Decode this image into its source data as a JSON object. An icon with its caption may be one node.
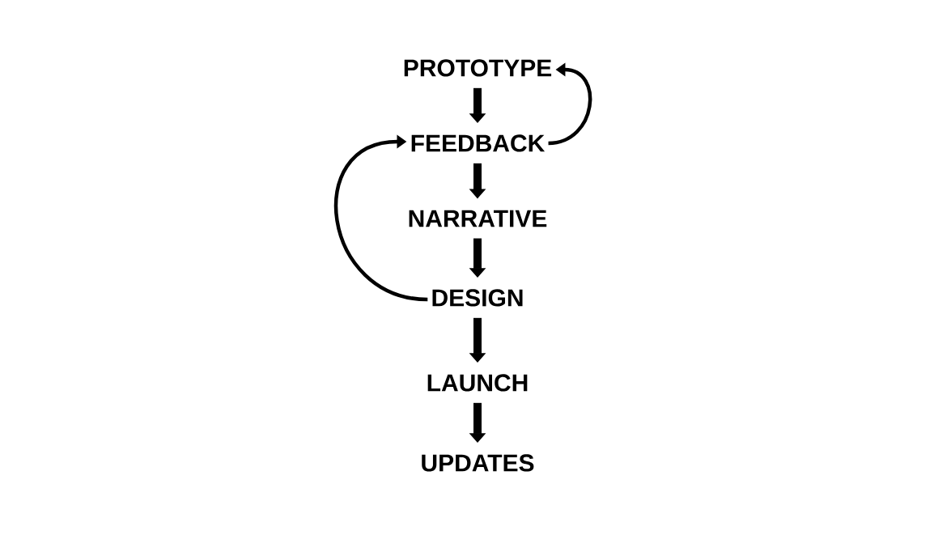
{
  "diagram": {
    "nodes": [
      {
        "text": [
          "PROTOTYPE"
        ]
      },
      {
        "text": [
          "FEEDBACK"
        ]
      },
      {
        "text": [
          "NARRATIVE"
        ]
      },
      {
        "text": [
          "DESIGN"
        ]
      },
      {
        "text": [
          "LAUNCH"
        ]
      },
      {
        "text": [
          "UPDATES"
        ]
      }
    ],
    "edges": [
      {
        "from": 0,
        "to": 1,
        "arrow": "to"
      },
      {
        "from": 1,
        "to": 2,
        "arrow": "to"
      },
      {
        "from": 2,
        "to": 3,
        "arrow": "to"
      },
      {
        "from": 3,
        "to": 4,
        "arrow": "to"
      },
      {
        "from": 4,
        "to": 5,
        "arrow": "to"
      },
      {
        "from": 1,
        "to": 0,
        "arrow": "to"
      },
      {
        "from": 3,
        "to": 1,
        "arrow": "to"
      }
    ]
  }
}
